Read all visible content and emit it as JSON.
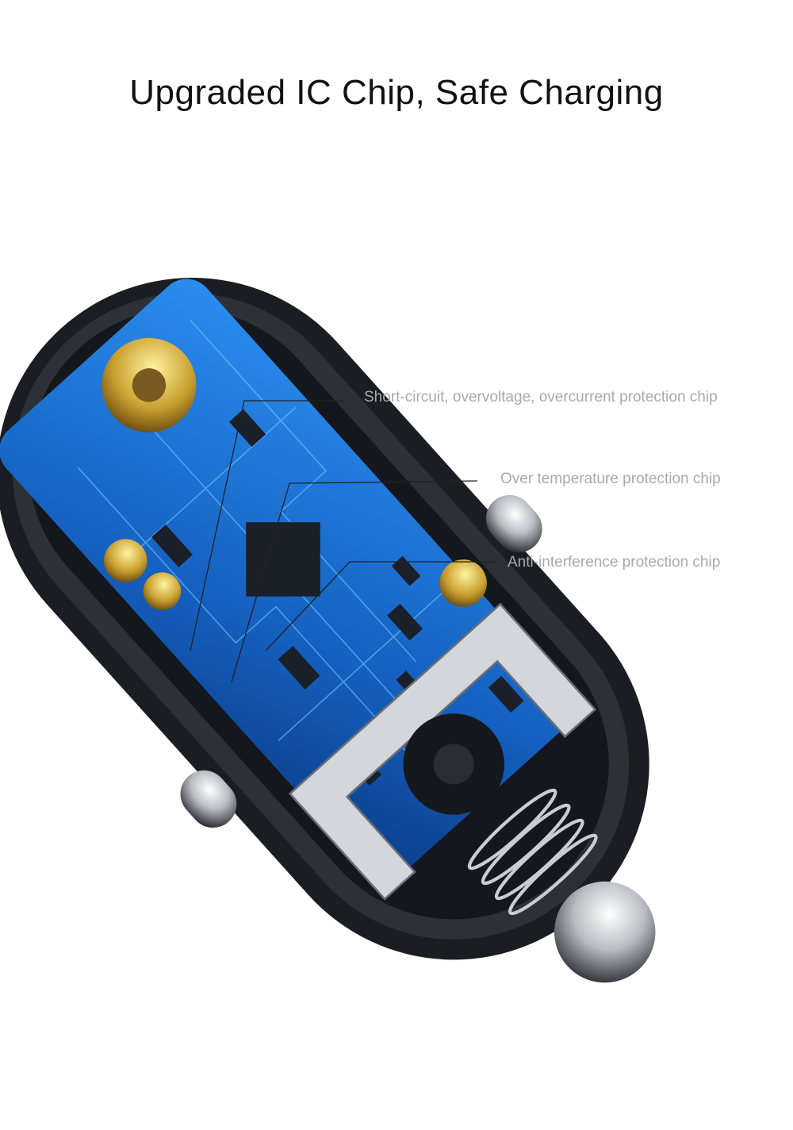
{
  "title": "Upgraded IC Chip, Safe Charging",
  "callouts": [
    "Short-circuit, overvoltage, overcurrent protection chip",
    "Over temperature protection chip",
    "Anti-interference protection chip"
  ],
  "colors": {
    "pcb": "#1e6fd0",
    "shell": "#1c1f24",
    "metal": "#c9cdd2",
    "callout_text": "#a9a9a9"
  }
}
